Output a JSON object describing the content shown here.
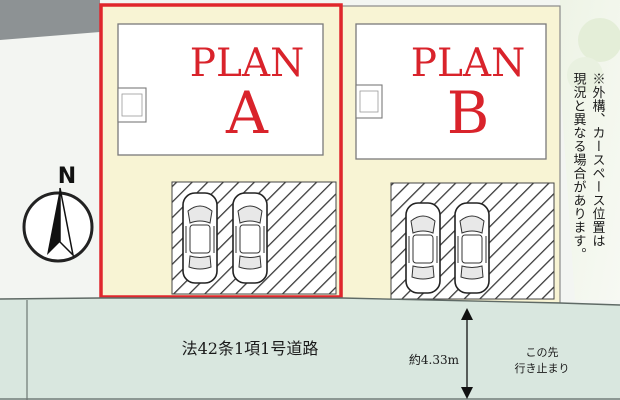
{
  "plans": [
    {
      "word": "PLAN",
      "letter": "A",
      "highlighted": true
    },
    {
      "word": "PLAN",
      "letter": "B",
      "highlighted": false
    }
  ],
  "compass": {
    "label": "N"
  },
  "note": {
    "column_1": "※外構、カースペース位置は",
    "column_2": "現況と異なる場合があります。"
  },
  "road": {
    "label": "法42条1項1号道路",
    "width": "約4.33m",
    "dead_end_line_1": "この先",
    "dead_end_line_2": "行き止まり"
  },
  "colors": {
    "lot_fill": "#f8f4d4",
    "road_fill": "#d9e7df",
    "highlight_border": "#e0262c",
    "plan_text": "#d9232b",
    "outline": "#8a8a8a",
    "hatch": "#3a3a3a"
  }
}
